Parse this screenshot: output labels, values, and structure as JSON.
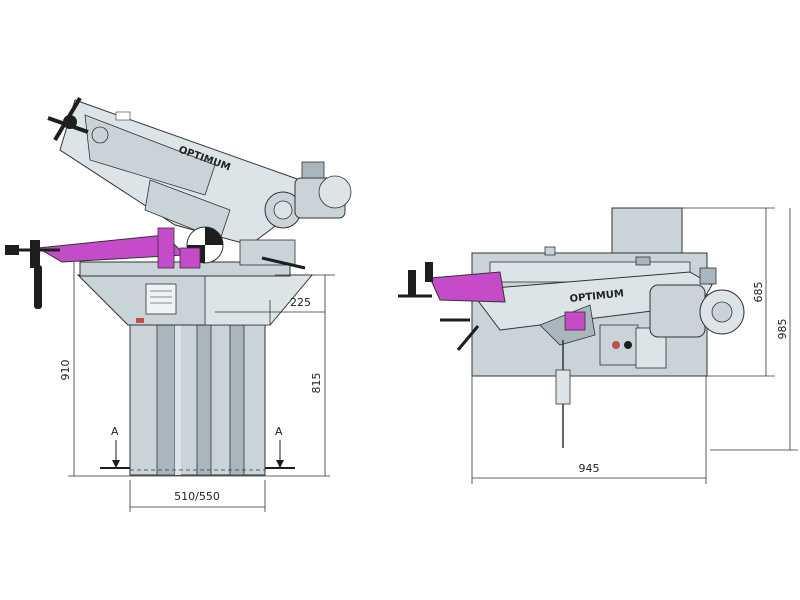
{
  "brand": "OPTIMUM",
  "colors": {
    "body": "#c9d3d8",
    "body_light": "#dde4e8",
    "body_dark": "#a9b6bd",
    "accent": "#c64bc9",
    "outline": "#333333",
    "black": "#1e1e1e"
  },
  "dimensions": {
    "front_view": {
      "table_width": "225",
      "table_height": "815",
      "overall_height": "910",
      "base_width": "510/550",
      "section_left": "A",
      "section_right": "A"
    },
    "side_view": {
      "head_height": "685",
      "overall_height": "985",
      "overall_length": "945"
    }
  }
}
